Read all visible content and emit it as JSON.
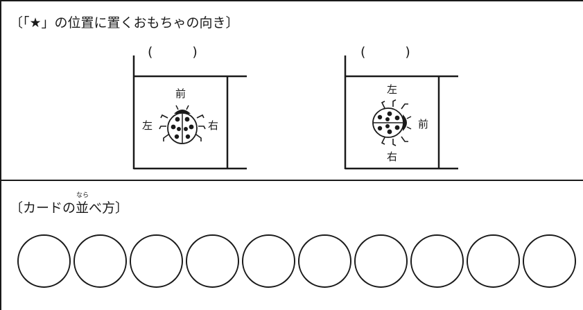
{
  "section_position": {
    "title": "〔「★」の位置に置くおもちゃの向き〕",
    "panels": [
      {
        "answer_paren": "(　　　)",
        "labels": {
          "front": "前",
          "left": "左",
          "right": "右"
        },
        "toy": "ladybug-icon"
      },
      {
        "answer_paren": "(　　　)",
        "labels": {
          "top": "左",
          "front": "前",
          "bottom": "右"
        },
        "toy": "ladybug-icon"
      }
    ]
  },
  "section_cards": {
    "title_before": "〔カードの",
    "title_kanji": "並",
    "title_after": "べ方〕",
    "ruby": "なら",
    "card_slots": [
      "",
      "",
      "",
      "",
      "",
      "",
      "",
      "",
      "",
      ""
    ]
  }
}
